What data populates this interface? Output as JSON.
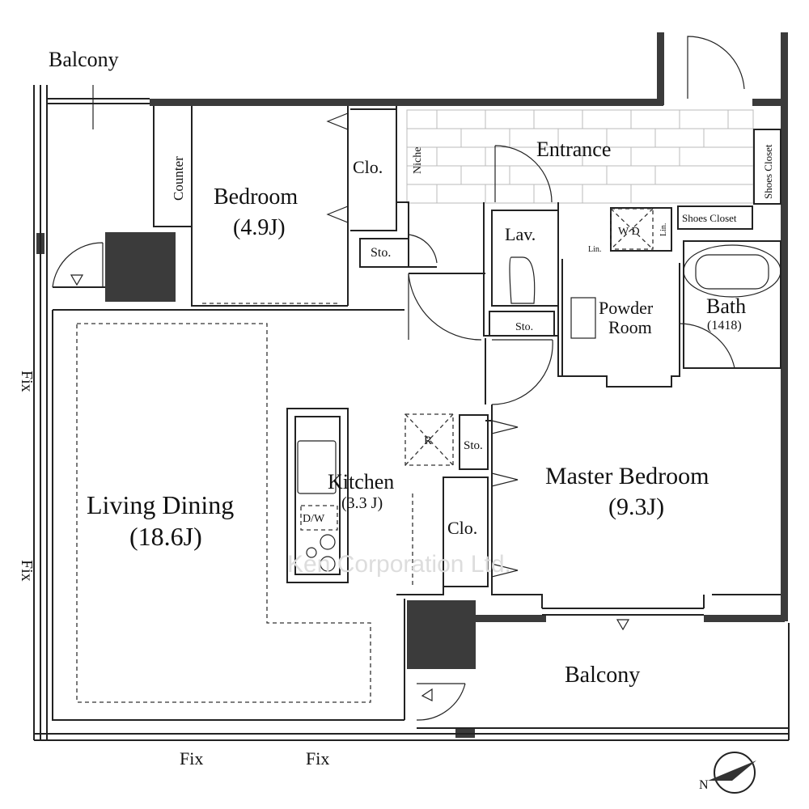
{
  "plan": {
    "rooms": {
      "balcony_top": "Balcony",
      "counter": "Counter",
      "bedroom": "Bedroom",
      "bedroom_size": "(4.9J)",
      "closet_bedroom": "Clo.",
      "niche": "Niche",
      "entrance": "Entrance",
      "shoes_closet_right": "Shoes Closet",
      "shoes_closet": "Shoes Closet",
      "storage_bedroom": "Sto.",
      "lavatory": "Lav.",
      "washer_dryer": "W D",
      "linen_1": "Lin.",
      "linen_2": "Lin.",
      "powder_room_1": "Powder",
      "powder_room_2": "Room",
      "bath": "Bath",
      "bath_size": "(1418)",
      "storage_lav": "Sto.",
      "fix_left_1": "Fix",
      "fix_left_2": "Fix",
      "fix_bottom_1": "Fix",
      "fix_bottom_2": "Fix",
      "refrigerator": "R",
      "storage_kitchen": "Sto.",
      "kitchen": "Kitchen",
      "kitchen_size": "(3.3 J)",
      "dishwasher": "D/W",
      "closet_master": "Clo.",
      "living_dining": "Living Dining",
      "living_dining_size": "(18.6J)",
      "master_bedroom": "Master Bedroom",
      "master_bedroom_size": "(9.3J)",
      "balcony_bottom": "Balcony"
    },
    "watermark": "Ken Corporation Ltd.",
    "compass_label": "N",
    "colors": {
      "wall": "#3b3b3b",
      "line": "#222222"
    }
  }
}
